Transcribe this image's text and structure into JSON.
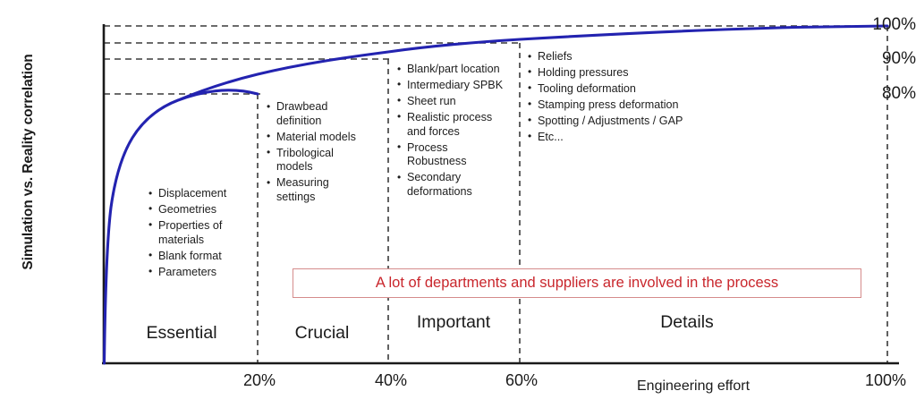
{
  "chart_data": {
    "type": "line",
    "title": "",
    "xlabel": "Engineering effort",
    "ylabel": "Simulation vs. Reality correlation",
    "xlim": [
      0,
      100
    ],
    "ylim": [
      0,
      100
    ],
    "grid": true,
    "legend": "none",
    "x_ticks": [
      "20%",
      "40%",
      "60%",
      "100%"
    ],
    "x_tick_values": [
      20,
      40,
      60,
      100
    ],
    "y_ticks": [
      "80%",
      "90%",
      "100%"
    ],
    "y_tick_values": [
      80,
      90,
      100
    ],
    "y_gridlines": [
      80,
      90,
      95,
      100
    ],
    "series": [
      {
        "name": "Simulation vs. Reality correlation",
        "color": "#2323b0",
        "x": [
          0,
          1,
          2,
          3,
          5,
          8,
          12,
          16,
          20,
          25,
          30,
          35,
          40,
          45,
          50,
          55,
          60,
          70,
          80,
          90,
          100
        ],
        "values": [
          0,
          33,
          46,
          53,
          62,
          69,
          74,
          77.5,
          80,
          82.5,
          84.7,
          86.8,
          90,
          91.2,
          92.3,
          93.5,
          95,
          96.6,
          97.9,
          99,
          100
        ]
      }
    ],
    "annotations": {
      "callout": "A lot of departments and suppliers are involved in the process",
      "callout_text_color": "#c9262c",
      "callout_border_color": "#d58c8c"
    }
  },
  "axes": {
    "y_title": "Simulation vs. Reality correlation",
    "x_title": "Engineering effort",
    "y_tick_labels": [
      {
        "label": "100%",
        "value": 100
      },
      {
        "label": "90%",
        "value": 90
      },
      {
        "label": "80%",
        "value": 80
      }
    ],
    "x_tick_labels": [
      {
        "label": "20%",
        "value": 20
      },
      {
        "label": "40%",
        "value": 40
      },
      {
        "label": "60%",
        "value": 60
      },
      {
        "label": "100%",
        "value": 100
      }
    ]
  },
  "zones": [
    {
      "name": "Essential",
      "label": "Essential"
    },
    {
      "name": "Crucial",
      "label": "Crucial"
    },
    {
      "name": "Important",
      "label": "Important"
    },
    {
      "name": "Details",
      "label": "Details"
    }
  ],
  "bullet_groups": [
    {
      "zone": "Essential",
      "items": [
        "Displacement",
        "Geometries",
        "Properties of\nmaterials",
        "Blank format",
        "Parameters"
      ]
    },
    {
      "zone": "Crucial",
      "items": [
        "Drawbead\ndefinition",
        "Material models",
        "Tribological\nmodels",
        "Measuring\nsettings"
      ]
    },
    {
      "zone": "Important",
      "items": [
        "Blank/part location",
        "Intermediary SPBK",
        "Sheet run",
        "Realistic process\nand forces",
        "Process\nRobustness",
        "Secondary\ndeformations"
      ]
    },
    {
      "zone": "Details",
      "items": [
        "Reliefs",
        "Holding pressures",
        "Tooling deformation",
        "Stamping press deformation",
        "Spotting / Adjustments / GAP",
        "Etc..."
      ]
    }
  ],
  "callout": {
    "text": "A lot of departments and suppliers are involved in the process"
  }
}
